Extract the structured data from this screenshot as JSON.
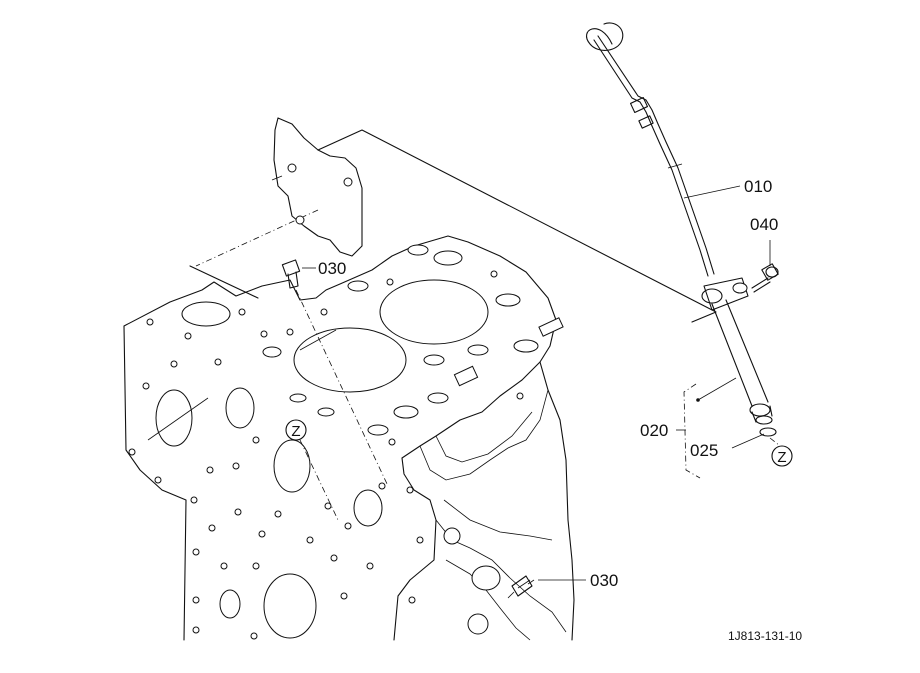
{
  "diagram": {
    "callouts": {
      "dipstick": "010",
      "guide_pipe": "020",
      "o_ring": "025",
      "plug_top": "030",
      "plug_bottom": "030",
      "bolt": "040"
    },
    "reference_marks": {
      "z_left": "Z",
      "z_right": "Z"
    },
    "figure_code": "1J813-131-10"
  }
}
